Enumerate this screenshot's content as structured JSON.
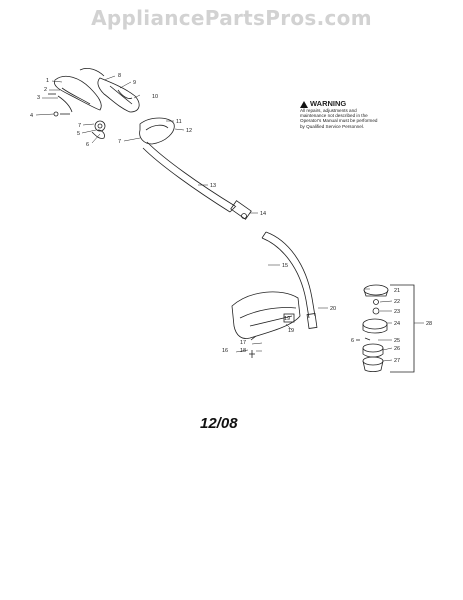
{
  "watermark": "AppliancePartsPros.com",
  "warning": {
    "title": "WARNING",
    "body": "All repairs, adjustments and maintenance not described in the Operator's Manual must be performed by Qualified Service Personnel."
  },
  "date_code": "12/08",
  "callouts": [
    "1",
    "2",
    "3",
    "4",
    "5",
    "6",
    "7",
    "8",
    "9",
    "10",
    "11",
    "12",
    "13",
    "14",
    "15",
    "16",
    "17",
    "18",
    "19",
    "20",
    "21",
    "22",
    "23",
    "24",
    "25",
    "26",
    "27",
    "28"
  ],
  "icons": {
    "warning": "warning-triangle-icon"
  }
}
